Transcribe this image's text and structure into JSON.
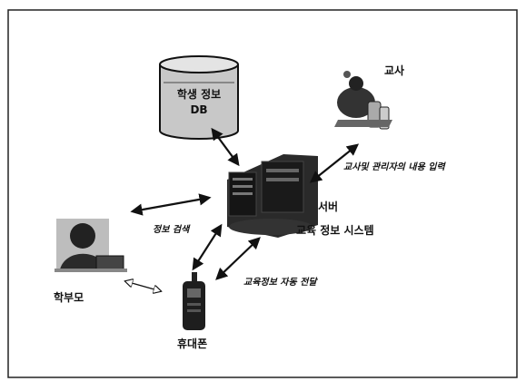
{
  "diagram": {
    "database": {
      "line1": "학생 정보",
      "line2": "DB"
    },
    "teacher_label": "교사",
    "server_label": "서버",
    "system_label": "교육 정보 시스템",
    "parent_label": "학부모",
    "phone_label": "휴대폰",
    "edge_labels": {
      "teacher_input": "교사및 관리자의 내용 입력",
      "info_search": "정보 검색",
      "auto_delivery": "교육정보 자동 전달"
    },
    "colors": {
      "db_fill": "#c8c8c8",
      "db_top": "#e4e4e4",
      "ink": "#111111",
      "frame": "#222222"
    }
  }
}
